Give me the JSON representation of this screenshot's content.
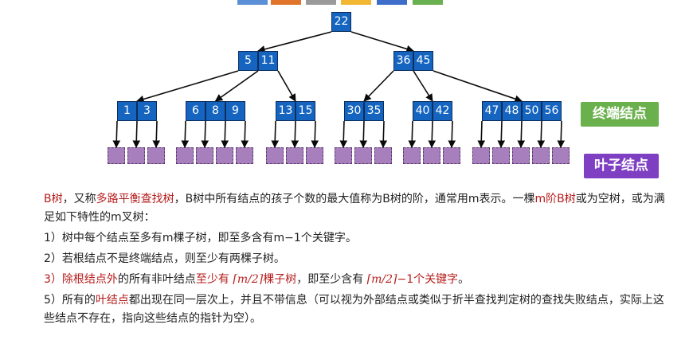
{
  "colors": {
    "node_fill": "#1565c0",
    "node_border": "#0b2d5c",
    "edge": "#0a0a0a",
    "leaf_fill": "#a77fbd",
    "terminal_tag": "#6ab04c",
    "leaf_tag": "#7e3fc2",
    "highlight_text": "#b71c1c",
    "top_bar": [
      "#5b8fd6",
      "#e0742b",
      "#9a9a9a",
      "#f2b632",
      "#3e6ec9",
      "#69b150"
    ]
  },
  "tree": {
    "root": [
      "22"
    ],
    "level2": [
      [
        "5",
        "11"
      ],
      [
        "36",
        "45"
      ]
    ],
    "terminal_nodes": [
      [
        "1",
        "3"
      ],
      [
        "6",
        "8",
        "9"
      ],
      [
        "13",
        "15"
      ],
      [
        "30",
        "35"
      ],
      [
        "40",
        "42"
      ],
      [
        "47",
        "48",
        "50",
        "56"
      ]
    ]
  },
  "labels": {
    "terminal": "终端结点",
    "leaf": "叶子结点"
  },
  "text": {
    "p1": [
      {
        "t": "B树",
        "hl": true
      },
      {
        "t": "，又称",
        "hl": false
      },
      {
        "t": "多路平衡查找树",
        "hl": true
      },
      {
        "t": "，B树中所有结点的孩子个数的最大值称为B树的阶，通常用m表示。一棵",
        "hl": false
      },
      {
        "t": "m阶B树",
        "hl": true
      },
      {
        "t": "或为空树，或为满足如下特性的m叉树：",
        "hl": false
      }
    ],
    "p2": "1）树中每个结点至多有m棵子树，即至多含有m−1个关键字。",
    "p3": "2）若根结点不是终端结点，则至少有两棵子树。",
    "p4": [
      {
        "t": "3）",
        "hl": true
      },
      {
        "t": "除根结点外",
        "hl": true
      },
      {
        "t": "的所有非叶结点",
        "hl": false
      },
      {
        "t": "至少有 ",
        "hl": true
      },
      {
        "t": "⌈m/2⌉",
        "hl": true,
        "math": true
      },
      {
        "t": "棵子树",
        "hl": true
      },
      {
        "t": "，即至少含有 ",
        "hl": false
      },
      {
        "t": "⌈m/2⌉",
        "hl": true,
        "math": true
      },
      {
        "t": "−1个关键字",
        "hl": true
      },
      {
        "t": "。",
        "hl": false
      }
    ],
    "p5": [
      {
        "t": "5）所有的",
        "hl": false
      },
      {
        "t": "叶结点",
        "hl": true
      },
      {
        "t": "都出现在同一层次上，并且不带信息（可以视为外部结点或类似于折半查找判定树的查找失败结点，实际上这些结点不存在，指向这些结点的指针为空）。",
        "hl": false
      }
    ]
  }
}
